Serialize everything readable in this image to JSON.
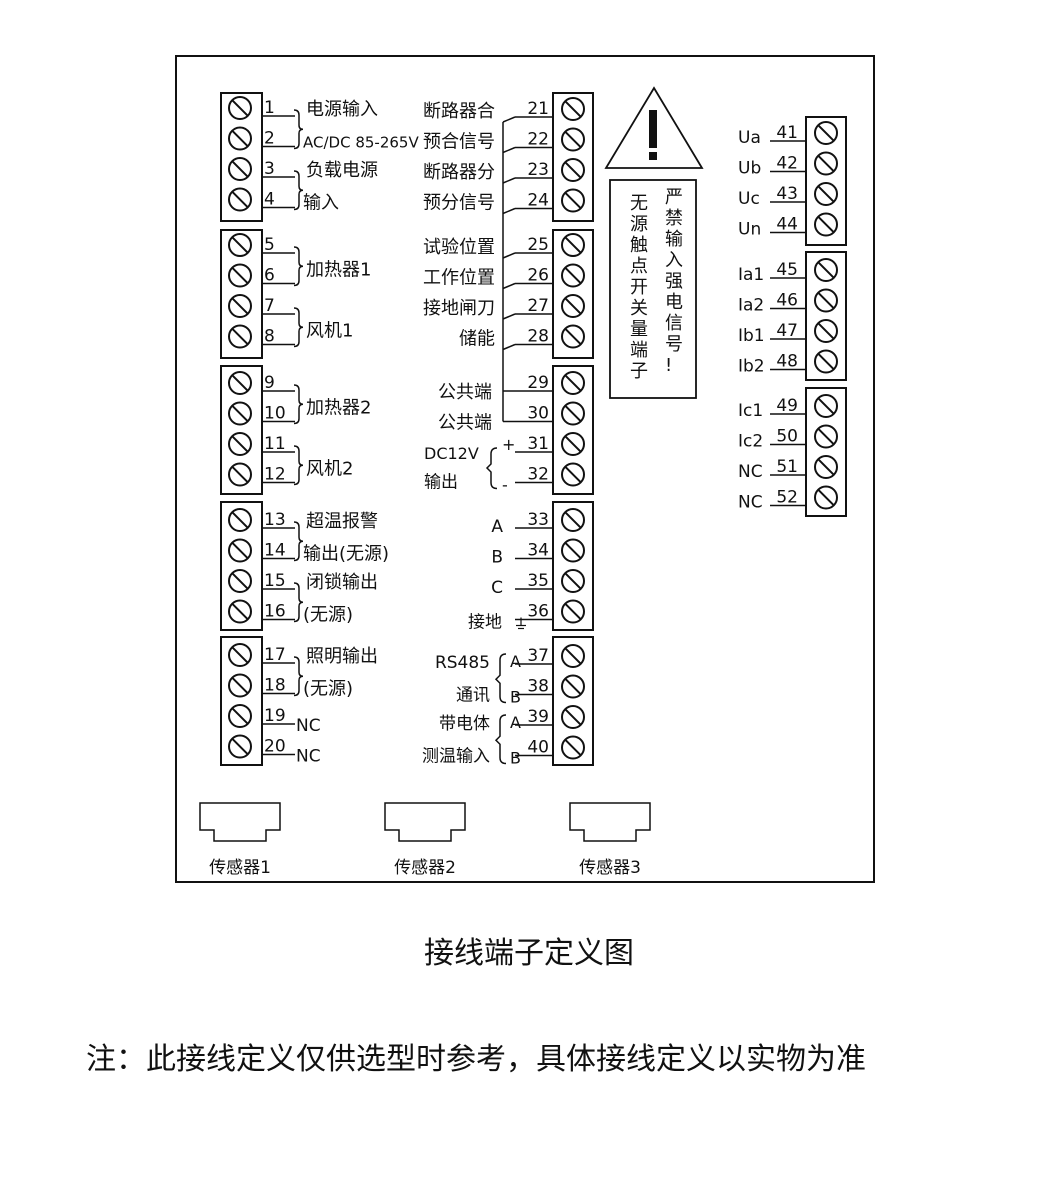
{
  "terminals_left": [
    {
      "n": "1"
    },
    {
      "n": "2"
    },
    {
      "n": "3"
    },
    {
      "n": "4"
    },
    {
      "n": "5"
    },
    {
      "n": "6"
    },
    {
      "n": "7"
    },
    {
      "n": "8"
    },
    {
      "n": "9"
    },
    {
      "n": "10"
    },
    {
      "n": "11"
    },
    {
      "n": "12"
    },
    {
      "n": "13"
    },
    {
      "n": "14"
    },
    {
      "n": "15"
    },
    {
      "n": "16"
    },
    {
      "n": "17"
    },
    {
      "n": "18"
    },
    {
      "n": "19",
      "suffix": "NC"
    },
    {
      "n": "20",
      "suffix": "NC"
    }
  ],
  "left_group_labels": [
    {
      "lines": [
        "电源输入",
        "AC/DC 85-265V"
      ]
    },
    {
      "lines": [
        "负载电源",
        "输入"
      ]
    },
    {
      "lines": [
        "加热器1"
      ]
    },
    {
      "lines": [
        "风机1"
      ]
    },
    {
      "lines": [
        "加热器2"
      ]
    },
    {
      "lines": [
        "风机2"
      ]
    },
    {
      "lines": [
        "超温报警",
        "输出(无源)"
      ]
    },
    {
      "lines": [
        "闭锁输出",
        "(无源)"
      ]
    },
    {
      "lines": [
        "照明输出",
        "(无源)"
      ]
    }
  ],
  "terminals_mid": [
    {
      "n": "21",
      "label": "断路器合"
    },
    {
      "n": "22",
      "label": "预合信号"
    },
    {
      "n": "23",
      "label": "断路器分"
    },
    {
      "n": "24",
      "label": "预分信号"
    },
    {
      "n": "25",
      "label": "试验位置"
    },
    {
      "n": "26",
      "label": "工作位置"
    },
    {
      "n": "27",
      "label": "接地闸刀"
    },
    {
      "n": "28",
      "label": "储能"
    },
    {
      "n": "29",
      "label": "公共端"
    },
    {
      "n": "30",
      "label": "公共端"
    },
    {
      "n": "31",
      "label": "+"
    },
    {
      "n": "32",
      "label": "-"
    },
    {
      "n": "33",
      "label": "A"
    },
    {
      "n": "34",
      "label": "B"
    },
    {
      "n": "35",
      "label": "C"
    },
    {
      "n": "36",
      "label": "接地"
    },
    {
      "n": "37",
      "label": "A"
    },
    {
      "n": "38",
      "label": "B"
    },
    {
      "n": "39",
      "label": "A"
    },
    {
      "n": "40",
      "label": "B"
    }
  ],
  "mid_group_labels": {
    "dc12v": [
      "DC12V",
      "输出"
    ],
    "rs485": [
      "RS485",
      "通讯"
    ],
    "temp": [
      "带电体",
      "测温输入"
    ]
  },
  "terminals_right": [
    {
      "n": "41",
      "label": "Ua"
    },
    {
      "n": "42",
      "label": "Ub"
    },
    {
      "n": "43",
      "label": "Uc"
    },
    {
      "n": "44",
      "label": "Un"
    },
    {
      "n": "45",
      "label": "Ia1"
    },
    {
      "n": "46",
      "label": "Ia2"
    },
    {
      "n": "47",
      "label": "Ib1"
    },
    {
      "n": "48",
      "label": "Ib2"
    },
    {
      "n": "49",
      "label": "Ic1"
    },
    {
      "n": "50",
      "label": "Ic2"
    },
    {
      "n": "51",
      "label": "NC"
    },
    {
      "n": "52",
      "label": "NC"
    }
  ],
  "warning": {
    "symbol": "!",
    "col1": [
      "严",
      "禁",
      "输",
      "入",
      "强",
      "电",
      "信",
      "号",
      "!"
    ],
    "col2": [
      "无",
      "源",
      "触",
      "点",
      "开",
      "关",
      "量",
      "端",
      "子"
    ]
  },
  "sensors": [
    "传感器1",
    "传感器2",
    "传感器3"
  ],
  "caption": "接线端子定义图",
  "note": "注：此接线定义仅供选型时参考，具体接线定义以实物为准"
}
